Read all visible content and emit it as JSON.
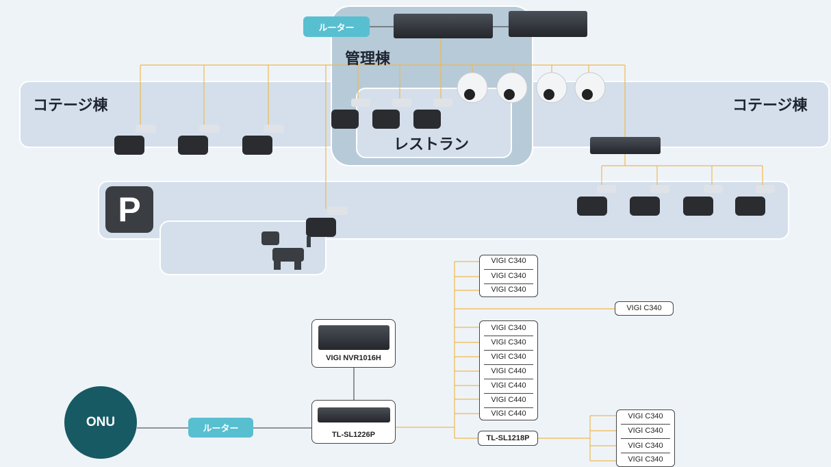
{
  "upper": {
    "router_label": "ルーター",
    "admin_building": "管理棟",
    "restaurant": "レストラン",
    "cottage_left": "コテージ棟",
    "cottage_right": "コテージ棟",
    "parking_sign": "P"
  },
  "lower": {
    "onu": "ONU",
    "router_label": "ルーター",
    "nvr_label": "VIGI NVR1016H",
    "main_switch_label": "TL-SL1226P",
    "sub_switch_label": "TL-SL1218P",
    "group1": [
      "VIGI C340",
      "VIGI C340",
      "VIGI C340"
    ],
    "single": "VIGI C340",
    "group2": [
      "VIGI C340",
      "VIGI C340",
      "VIGI C340",
      "VIGI C440",
      "VIGI C440",
      "VIGI C440",
      "VIGI C440"
    ],
    "group3": [
      "VIGI C340",
      "VIGI C340",
      "VIGI C340",
      "VIGI C340"
    ]
  },
  "colors": {
    "wire": "#f0b84e",
    "area": "#d4dfeb",
    "admin": "#b7cad8",
    "pill": "#58bfd0",
    "onu": "#175a63"
  }
}
